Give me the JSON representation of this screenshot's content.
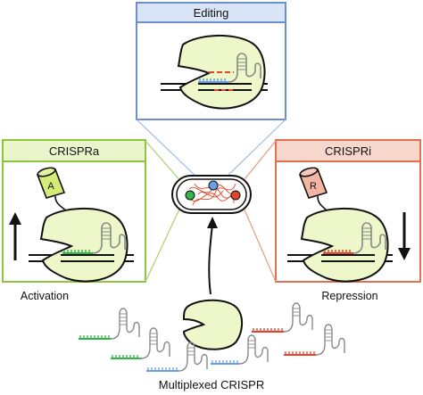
{
  "panels": {
    "editing": {
      "title": "Editing",
      "header_color": "#d9e5f7",
      "border_color": "#6c8ecf"
    },
    "crispra": {
      "title": "CRISPRa",
      "caption": "Activation",
      "header_color": "#eaf5cc",
      "border_color": "#8cc63f",
      "effector_letter": "A"
    },
    "crispri": {
      "title": "CRISPRi",
      "caption": "Repression",
      "header_color": "#f7d7cc",
      "border_color": "#e0704f",
      "effector_letter": "R"
    }
  },
  "bottom_caption": "Multiplexed CRISPR",
  "colors": {
    "protein_fill": "#edf7c9",
    "green_guide": "#33b54a",
    "red_guide": "#e0452b",
    "blue_guide": "#6c9ee6",
    "dna": "#111111",
    "rna": "#888888",
    "effector_a_fill": "#d4eb7a",
    "effector_r_fill": "#f4b4a3"
  }
}
